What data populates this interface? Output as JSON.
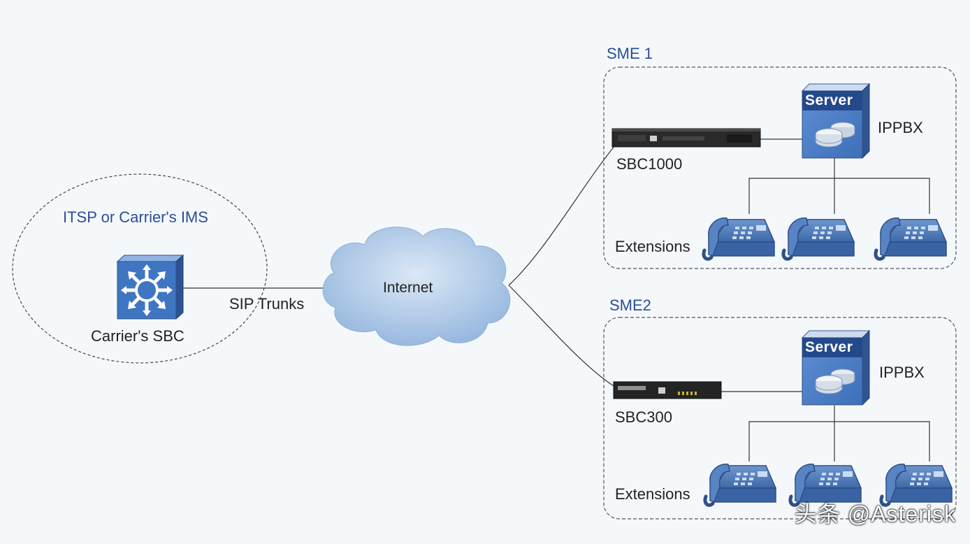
{
  "carrier": {
    "group_label": "ITSP or Carrier's IMS",
    "device_label": "Carrier's SBC",
    "link_label": "SIP Trunks"
  },
  "cloud": {
    "label": "Internet"
  },
  "sme1": {
    "title": "SME 1",
    "sbc_label": "SBC1000",
    "server_text": "Server",
    "pbx_label": "IPPBX",
    "extensions_label": "Extensions"
  },
  "sme2": {
    "title": "SME2",
    "sbc_label": "SBC300",
    "server_text": "Server",
    "pbx_label": "IPPBX",
    "extensions_label": "Extensions"
  },
  "watermark": "头条 @Asterisk",
  "colors": {
    "label_blue": "#2a4e96",
    "device_blue": "#3f76c2",
    "cloud_blue": "#a9c6e6",
    "line": "#333333",
    "dash": "#555555"
  }
}
